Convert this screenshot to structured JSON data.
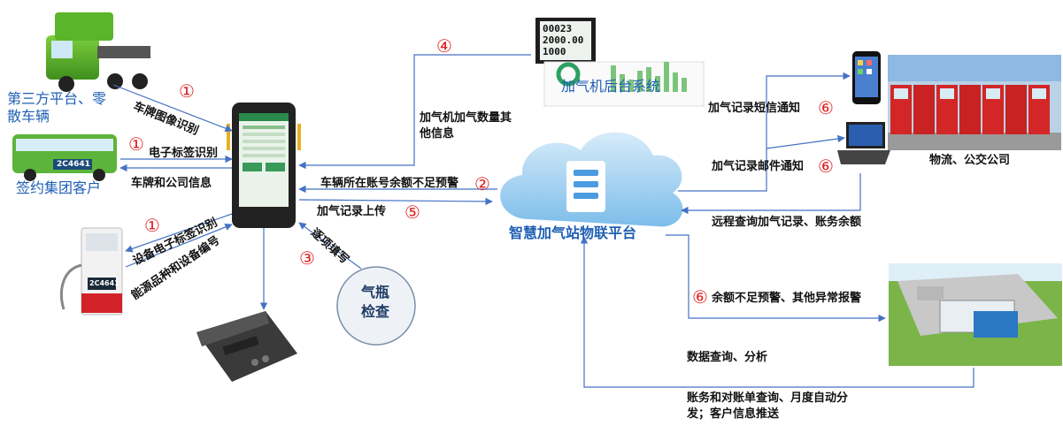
{
  "platform": {
    "title": "智慧加气站物联平台"
  },
  "actors": {
    "third_party": "第三方平台、零散车辆",
    "group_customer": "签约集团客户",
    "logistics": "物流、公交公司",
    "backend": "加气机后台系统",
    "cylinder": "气瓶检查"
  },
  "flows": {
    "plate_image": "车牌图像识别",
    "etag": "电子标签识别",
    "plate_company": "车牌和公司信息",
    "device_tag": "设备电子标签识别",
    "energy_type": "能源品种和设备编号",
    "gas_qty": "加气机加气数量其他信息",
    "balance_warn": "车辆所在账号余额不足预警",
    "upload": "加气记录上传",
    "fill_item": "逐项填写",
    "sms": "加气记录短信通知",
    "email": "加气记录邮件通知",
    "remote_query": "远程查询加气记录、账务余额",
    "anomaly": "余额不足预警、其他异常报警",
    "data_analysis": "数据查询、分析",
    "billing": "账务和对账单查询、月度自动分发；客户信息推送"
  },
  "steps": [
    "①",
    "②",
    "③",
    "④",
    "⑤",
    "⑥"
  ],
  "screen": {
    "meter_line1": "00023",
    "meter_line2": "2000.00",
    "meter_line3": "1000",
    "plate": "2C4641"
  },
  "colors": {
    "arrow": "#4472c4",
    "number": "#e02020",
    "cloud_top": "#bfe0f6",
    "cloud_bottom": "#6bb3e8",
    "label_blue": "#1f5fb4"
  }
}
